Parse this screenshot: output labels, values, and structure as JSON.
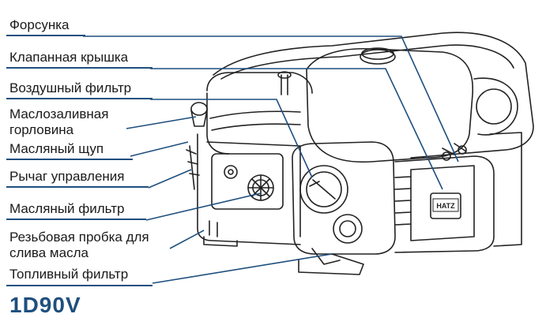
{
  "labels": [
    "Форсунка",
    "Клапанная крышка",
    "Воздушный фильтр",
    "Маслозаливная горловина",
    "Масляный щуп",
    "Рычаг управления",
    "Масляный фильтр",
    "Резьбовая пробка для слива масла",
    "Топливный фильтр"
  ],
  "model": "1D90V",
  "badge": "HATZ",
  "colors": {
    "accent": "#1e4f7e",
    "text": "#1a1a1a",
    "line": "#222222"
  }
}
